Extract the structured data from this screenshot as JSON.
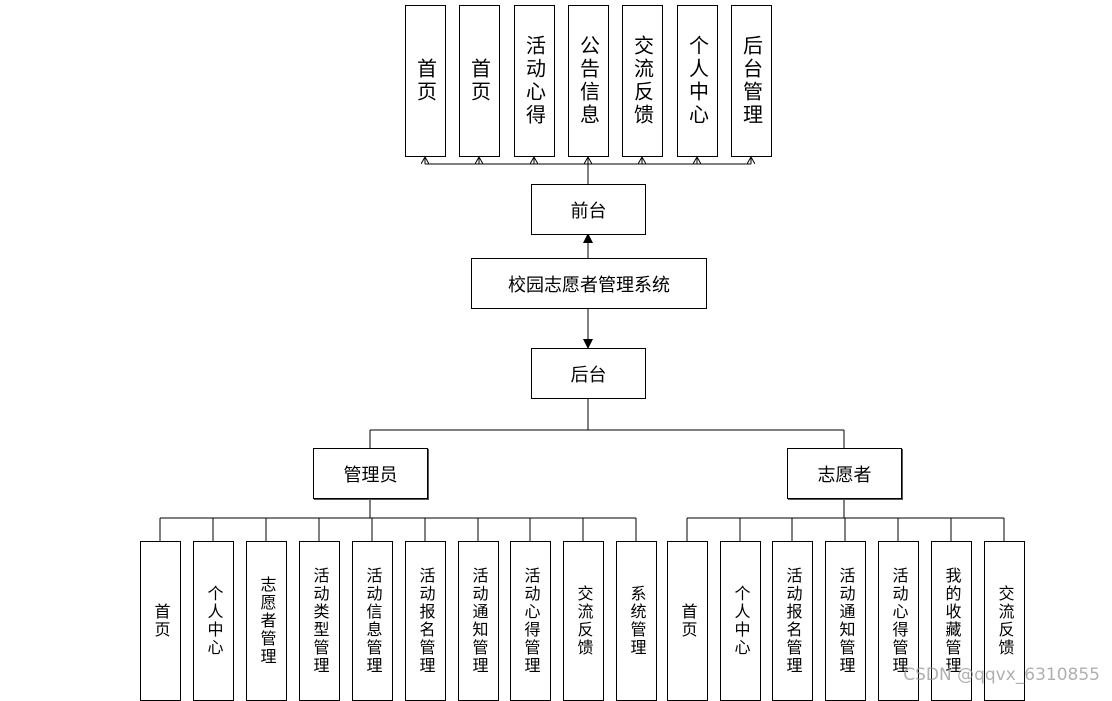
{
  "diagram": {
    "root": "校园志愿者管理系统",
    "frontend": {
      "label": "前台",
      "items": [
        "首页",
        "首页",
        "活动心得",
        "公告信息",
        "交流反馈",
        "个人中心",
        "后台管理"
      ]
    },
    "backend": {
      "label": "后台",
      "roles": [
        {
          "label": "管理员",
          "items": [
            "首页",
            "个人中心",
            "志愿者管理",
            "活动类型管理",
            "活动信息管理",
            "活动报名管理",
            "活动通知管理",
            "活动心得管理",
            "交流反馈",
            "系统管理"
          ]
        },
        {
          "label": "志愿者",
          "items": [
            "首页",
            "个人中心",
            "活动报名管理",
            "活动通知管理",
            "活动心得管理",
            "我的收藏管理",
            "交流反馈"
          ]
        }
      ]
    }
  },
  "watermark": "CSDN @qqvx_6310855"
}
